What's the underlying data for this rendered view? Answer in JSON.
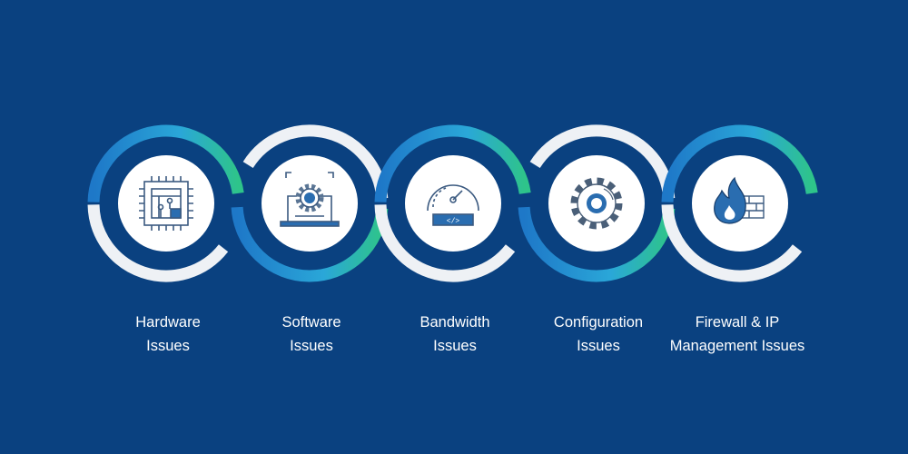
{
  "colors": {
    "background": "#0a4180",
    "ring_white": "#eef1f5",
    "gradient_start": "#1e78c8",
    "gradient_mid": "#2aa7d8",
    "gradient_end": "#2ec48a",
    "icon_blue": "#2a6db0"
  },
  "steps": [
    {
      "line1": "Hardware",
      "line2": "Issues",
      "icon": "cpu-chip-icon",
      "top_arc": "gradient"
    },
    {
      "line1": "Software",
      "line2": "Issues",
      "icon": "laptop-gear-icon",
      "top_arc": "white"
    },
    {
      "line1": "Bandwidth",
      "line2": "Issues",
      "icon": "speedometer-icon",
      "top_arc": "gradient"
    },
    {
      "line1": "Configuration",
      "line2": "Issues",
      "icon": "gear-icon",
      "top_arc": "white"
    },
    {
      "line1": "Firewall & IP",
      "line2": "Management Issues",
      "icon": "firewall-flame-icon",
      "top_arc": "gradient"
    }
  ]
}
